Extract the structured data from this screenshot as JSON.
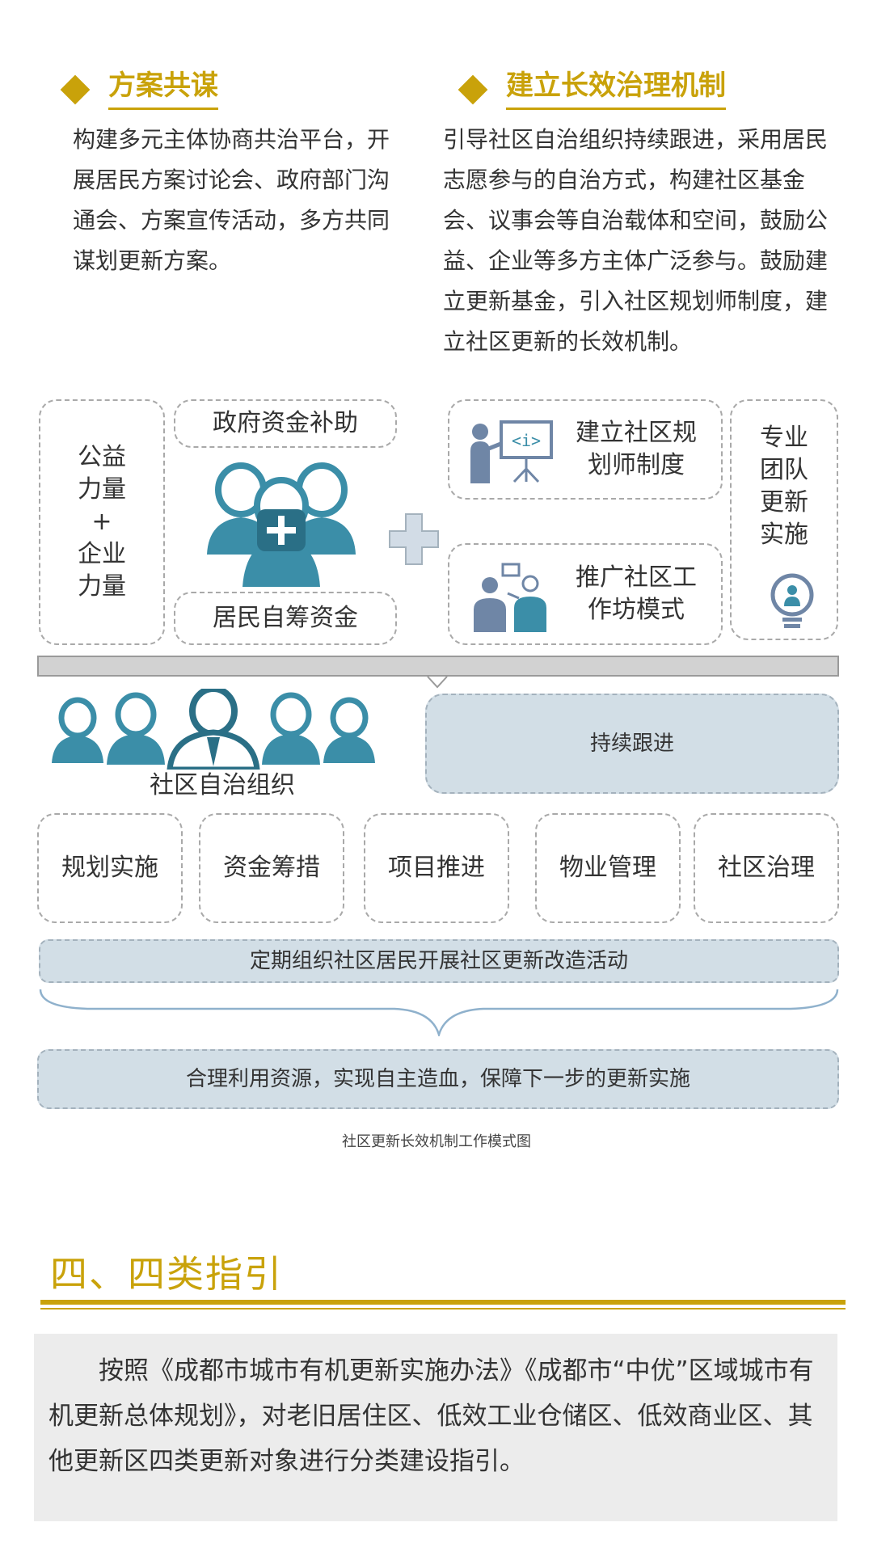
{
  "left_section": {
    "title": "方案共谋",
    "body": "构建多元主体协商共治平台，开展居民方案讨论会、政府部门沟通会、方案宣传活动，多方共同谋划更新方案。"
  },
  "right_section": {
    "title": "建立长效治理机制",
    "body": "引导社区自治组织持续跟进，采用居民志愿参与的自治方式，构建社区基金会、议事会等自治载体和空间，鼓励公益、企业等多方主体广泛参与。鼓励建立更新基金，引入社区规划师制度，建立社区更新的长效机制。"
  },
  "diagram": {
    "box_forces": "公益\n力量\n+\n企业\n力量",
    "box_gov_funds": "政府资金补助",
    "box_resident_funds": "居民自筹资金",
    "box_planner": "建立社区规\n划师制度",
    "box_workshop": "推广社区工\n作坊模式",
    "box_team": "专业\n团队\n更新\n实施",
    "org_label": "社区自治组织",
    "box_follow_up": "持续跟进",
    "functions": [
      "规划实施",
      "资金筹措",
      "项目推进",
      "物业管理",
      "社区治理"
    ],
    "activity_bar": "定期组织社区居民开展社区更新改造活动",
    "result_bar": "合理利用资源，实现自主造血，保障下一步的更新实施",
    "caption": "社区更新长效机制工作模式图",
    "colors": {
      "teal": "#3b8ea8",
      "steel": "#6f86a6",
      "fill": "#d2dee6",
      "gold": "#c9a20a"
    }
  },
  "guide": {
    "heading": "四、四类指引",
    "paragraph": "按照《成都市城市有机更新实施办法》《成都市“中优”区域城市有机更新总体规划》，对老旧居住区、低效工业仓储区、低效商业区、其他更新区四类更新对象进行分类建设指引。"
  }
}
